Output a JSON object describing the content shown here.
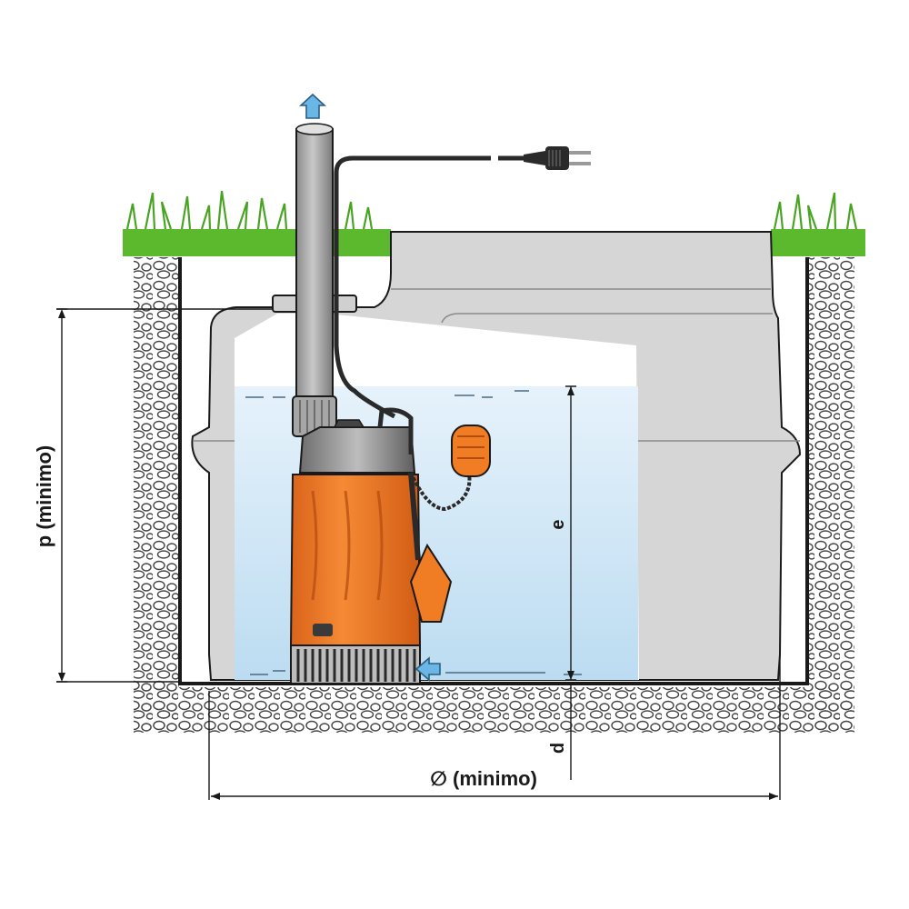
{
  "diagram": {
    "labels": {
      "depth": "p (minimo)",
      "water_level": "e",
      "bottom_clearance": "d",
      "diameter": "∅ (minimo)"
    }
  },
  "colors": {
    "grass": "#5cb82c",
    "pump_orange": "#f07c23",
    "water": "#cfe6f5",
    "tank_gray": "#d6d6d6",
    "arrow_blue": "#6ab6e6",
    "outline": "#1a1a1a"
  },
  "icons": {
    "outlet_arrow": "arrow-up-icon",
    "inlet_arrow": "arrow-left-icon",
    "plug": "plug-icon"
  }
}
